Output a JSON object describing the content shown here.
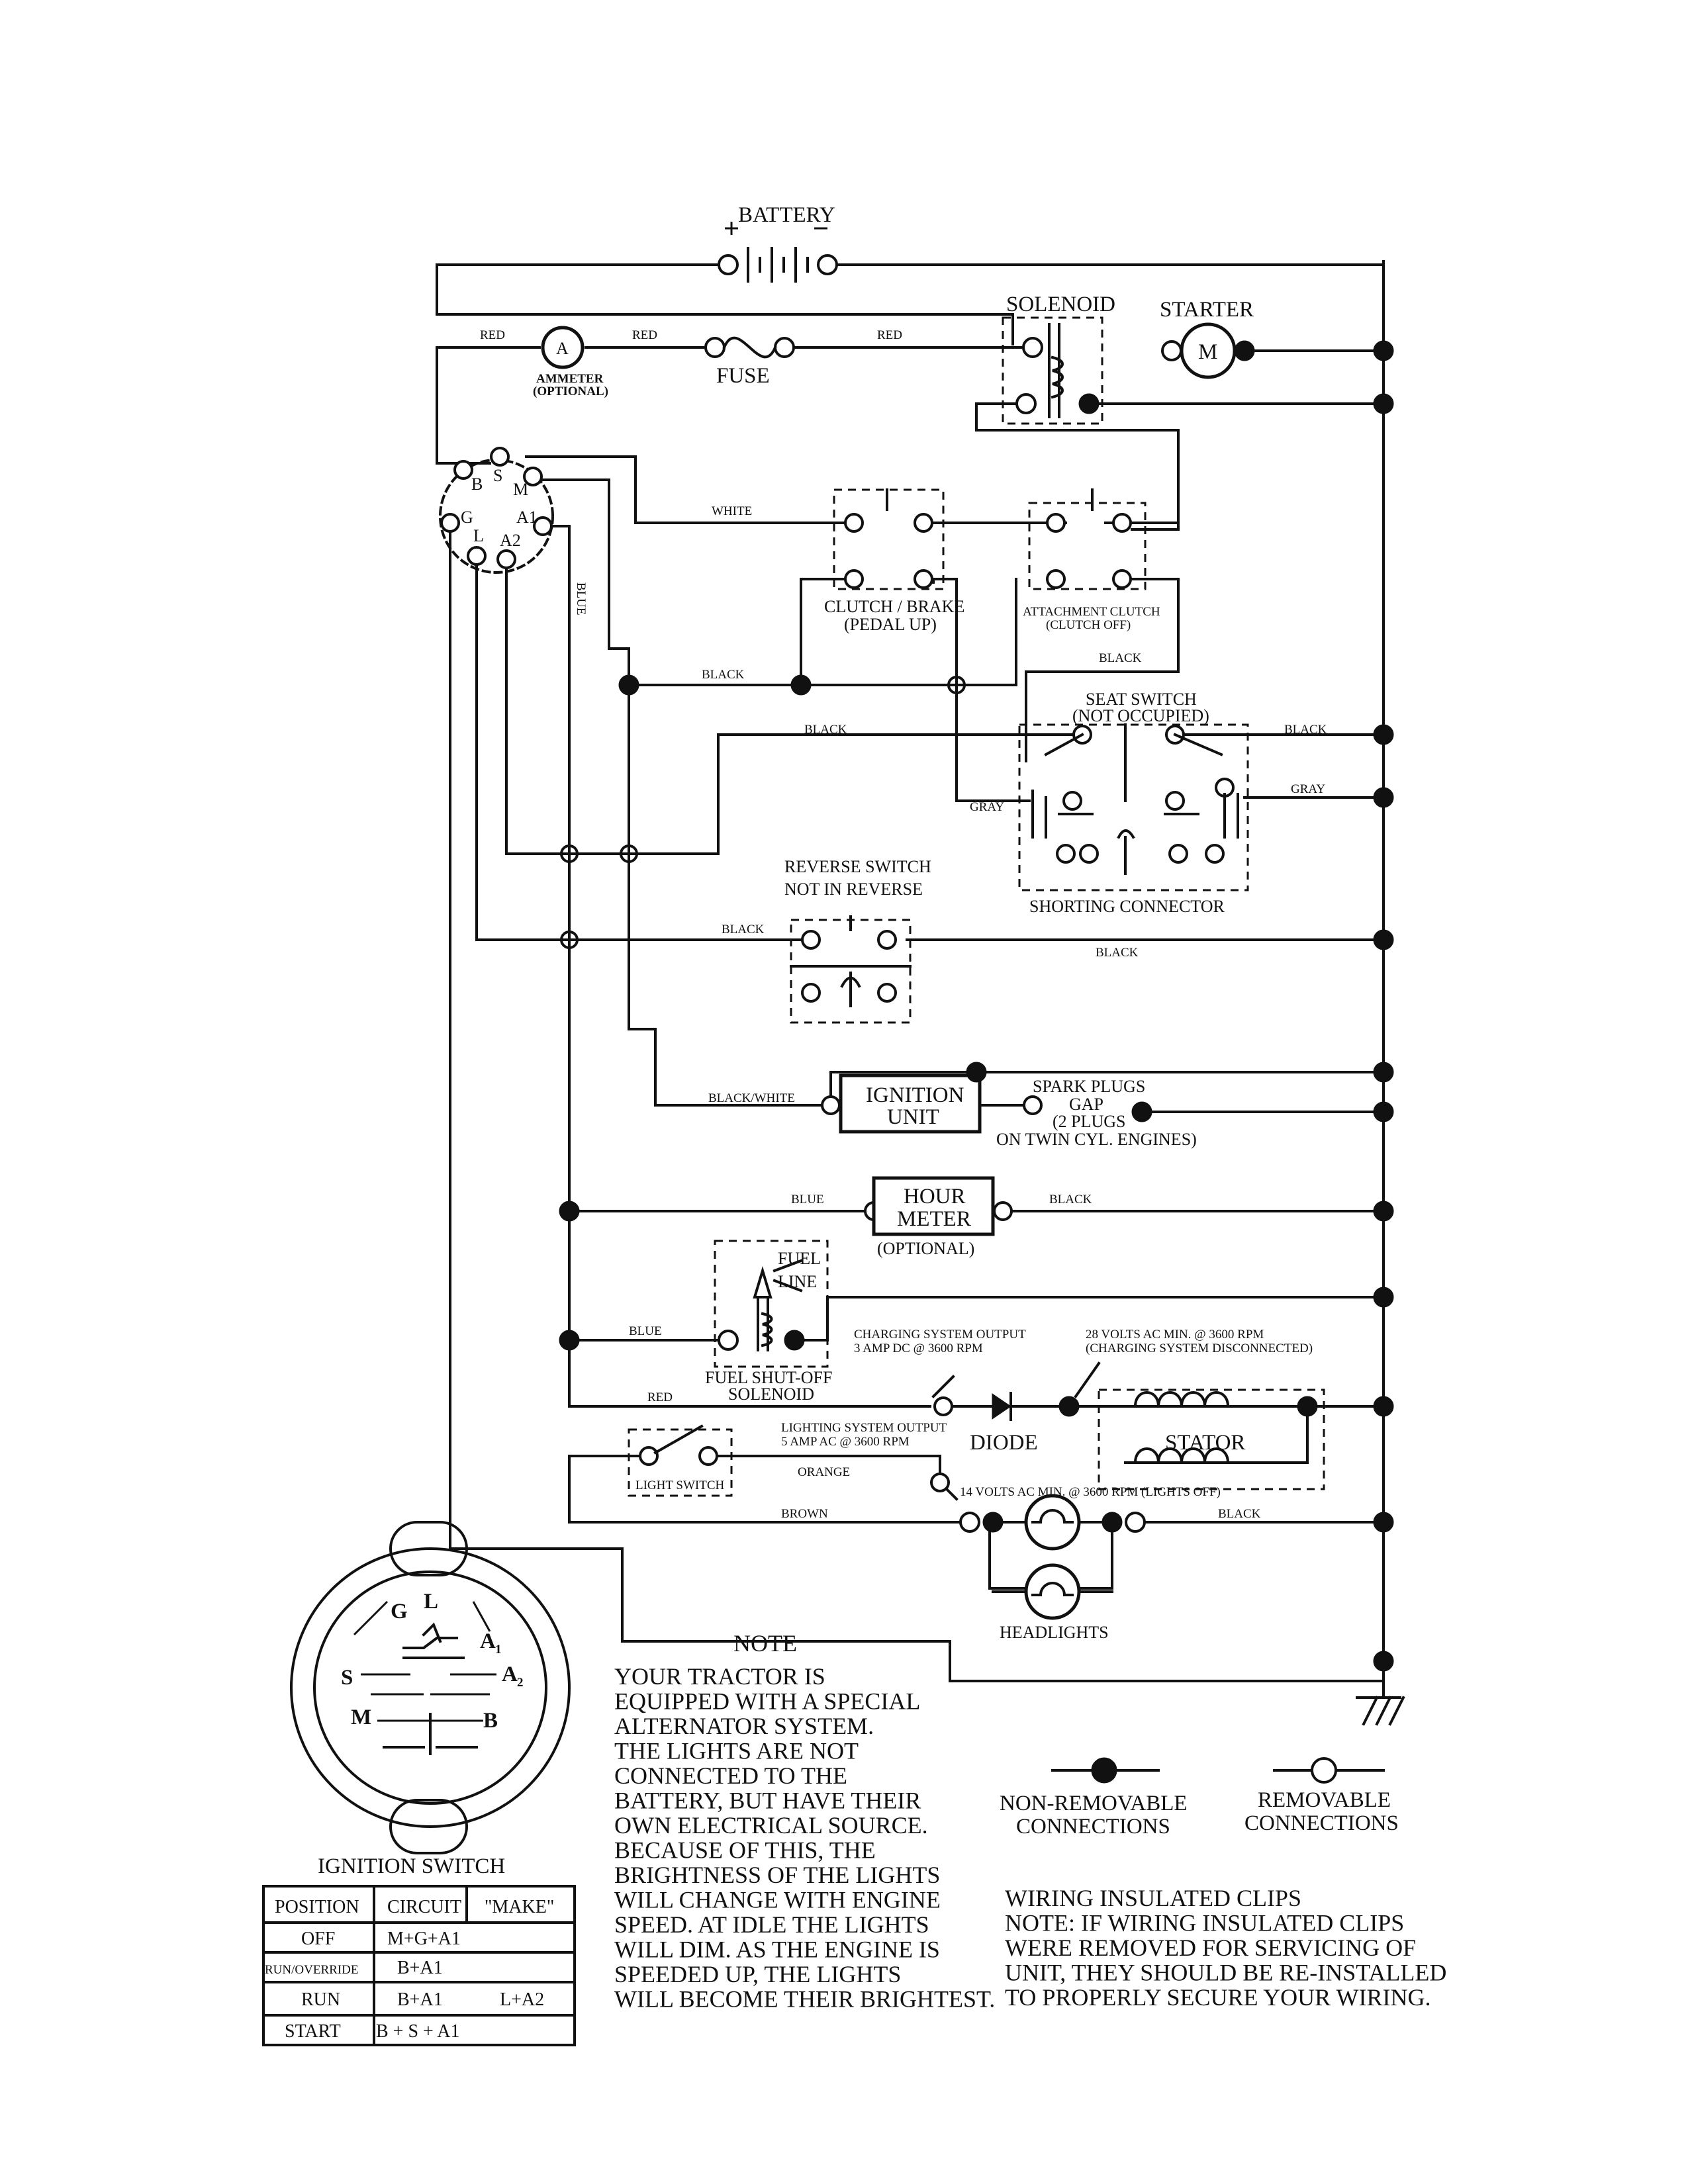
{
  "components": {
    "battery": "BATTERY",
    "solenoid": "SOLENOID",
    "starter": "STARTER",
    "starter_symbol": "M",
    "ammeter_symbol": "A",
    "ammeter": "AMMETER",
    "ammeter_optional": "(OPTIONAL)",
    "fuse": "FUSE",
    "clutch_brake": "CLUTCH / BRAKE",
    "clutch_brake_sub": "(PEDAL UP)",
    "attachment_clutch": "ATTACHMENT CLUTCH",
    "attachment_clutch_sub": "(CLUTCH OFF)",
    "seat_switch": "SEAT SWITCH",
    "seat_switch_sub": "(NOT OCCUPIED)",
    "shorting_connector": "SHORTING CONNECTOR",
    "reverse_switch": "REVERSE SWITCH",
    "reverse_switch_sub": "NOT IN REVERSE",
    "ignition_unit_1": "IGNITION",
    "ignition_unit_2": "UNIT",
    "spark_plugs_1": "SPARK PLUGS",
    "spark_plugs_2": "GAP",
    "spark_plugs_3": "(2 PLUGS",
    "spark_plugs_4": "ON TWIN CYL. ENGINES)",
    "hour_meter_1": "HOUR",
    "hour_meter_2": "METER",
    "hour_meter_optional": "(OPTIONAL)",
    "fuel_line_1": "FUEL",
    "fuel_line_2": "LINE",
    "fuel_solenoid_1": "FUEL SHUT-OFF",
    "fuel_solenoid_2": "SOLENOID",
    "charging_output_1": "CHARGING SYSTEM OUTPUT",
    "charging_output_2": "3 AMP DC @ 3600 RPM",
    "volts28_1": "28 VOLTS AC MIN. @ 3600 RPM",
    "volts28_2": "(CHARGING SYSTEM DISCONNECTED)",
    "lighting_output_1": "LIGHTING SYSTEM OUTPUT",
    "lighting_output_2": "5 AMP AC @ 3600 RPM",
    "diode": "DIODE",
    "stator": "STATOR",
    "light_switch": "LIGHT SWITCH",
    "volts14": "14 VOLTS AC MIN. @ 3600 RPM (LIGHTS OFF)",
    "headlights": "HEADLIGHTS"
  },
  "ignition_terminals": {
    "b": "B",
    "s": "S",
    "m": "M",
    "g": "G",
    "a1": "A1",
    "l": "L",
    "a2": "A2"
  },
  "switch_face": {
    "g": "G",
    "l": "L",
    "a1": "A",
    "a1_sub": "1",
    "s": "S",
    "a2": "A",
    "a2_sub": "2",
    "m": "M",
    "b": "B"
  },
  "wires": {
    "red_1": "RED",
    "red_2": "RED",
    "red_3": "RED",
    "red_4": "RED",
    "white": "WHITE",
    "black_1": "BLACK",
    "black_2": "BLACK",
    "black_3": "BLACK",
    "black_4": "BLACK",
    "black_5": "BLACK",
    "black_6": "BLACK",
    "black_7": "BLACK",
    "black_8": "BLACK",
    "gray_1": "GRAY",
    "gray_2": "GRAY",
    "blue_1": "BLUE",
    "blue_2": "BLUE",
    "blue_3": "BLUE",
    "black_white": "BLACK/WHITE",
    "orange": "ORANGE",
    "brown": "BROWN"
  },
  "note": {
    "title": "NOTE",
    "lines": [
      "YOUR TRACTOR IS",
      "EQUIPPED WITH A SPECIAL",
      "ALTERNATOR SYSTEM.",
      "THE LIGHTS ARE NOT",
      "CONNECTED TO THE",
      "BATTERY, BUT HAVE THEIR",
      "OWN ELECTRICAL SOURCE.",
      "BECAUSE OF THIS, THE",
      "BRIGHTNESS OF THE LIGHTS",
      "WILL CHANGE WITH ENGINE",
      "SPEED.  AT IDLE THE LIGHTS",
      "WILL DIM.  AS THE ENGINE IS",
      "SPEEDED UP, THE LIGHTS",
      "WILL BECOME THEIR BRIGHTEST."
    ]
  },
  "legend": {
    "non_removable_1": "NON-REMOVABLE",
    "non_removable_2": "CONNECTIONS",
    "removable_1": "REMOVABLE",
    "removable_2": "CONNECTIONS"
  },
  "clips_note": {
    "lines": [
      "WIRING INSULATED CLIPS",
      "NOTE:  IF WIRING INSULATED CLIPS",
      "WERE REMOVED FOR SERVICING OF",
      "UNIT, THEY SHOULD BE RE-INSTALLED",
      "TO PROPERLY SECURE YOUR WIRING."
    ]
  },
  "ignition_table": {
    "title": "IGNITION SWITCH",
    "headers": [
      "POSITION",
      "CIRCUIT",
      "\"MAKE\""
    ],
    "rows": [
      [
        "OFF",
        "M+G+A1",
        ""
      ],
      [
        "RUN/OVERRIDE",
        "B+A1",
        ""
      ],
      [
        "RUN",
        "B+A1",
        "L+A2"
      ],
      [
        "START",
        "B + S + A1",
        ""
      ]
    ]
  }
}
